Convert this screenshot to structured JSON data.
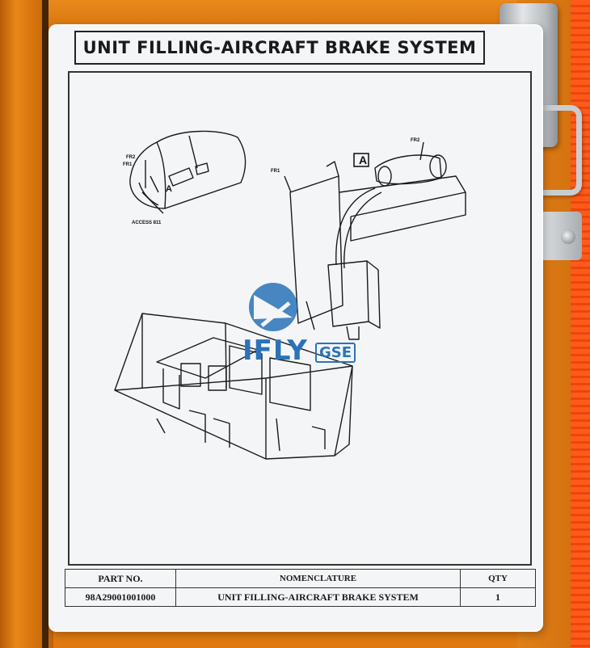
{
  "title": "UNIT FILLING-AIRCRAFT BRAKE SYSTEM",
  "drawing": {
    "labels": {
      "fr2_left": "FR2",
      "fr1_left": "FR1",
      "access": "ACCESS 811",
      "view_a_small": "A",
      "view_a_box": "A",
      "fr1_right": "FR1",
      "fr2_right": "FR2"
    }
  },
  "watermark": {
    "brand": "IFLY",
    "suffix": "GSE",
    "color": "#2a73b8"
  },
  "parts_table": {
    "headers": {
      "part_no": "PART NO.",
      "nomenclature": "NOMENCLATURE",
      "qty": "QTY"
    },
    "row": {
      "part_no": "98A29001001000",
      "nomenclature": "UNIT FILLING-AIRCRAFT BRAKE SYSTEM",
      "qty": "1"
    }
  },
  "colors": {
    "case_orange": "#e07a10",
    "strap_orange": "#ff5a1a",
    "sheet": "#f4f5f6"
  }
}
